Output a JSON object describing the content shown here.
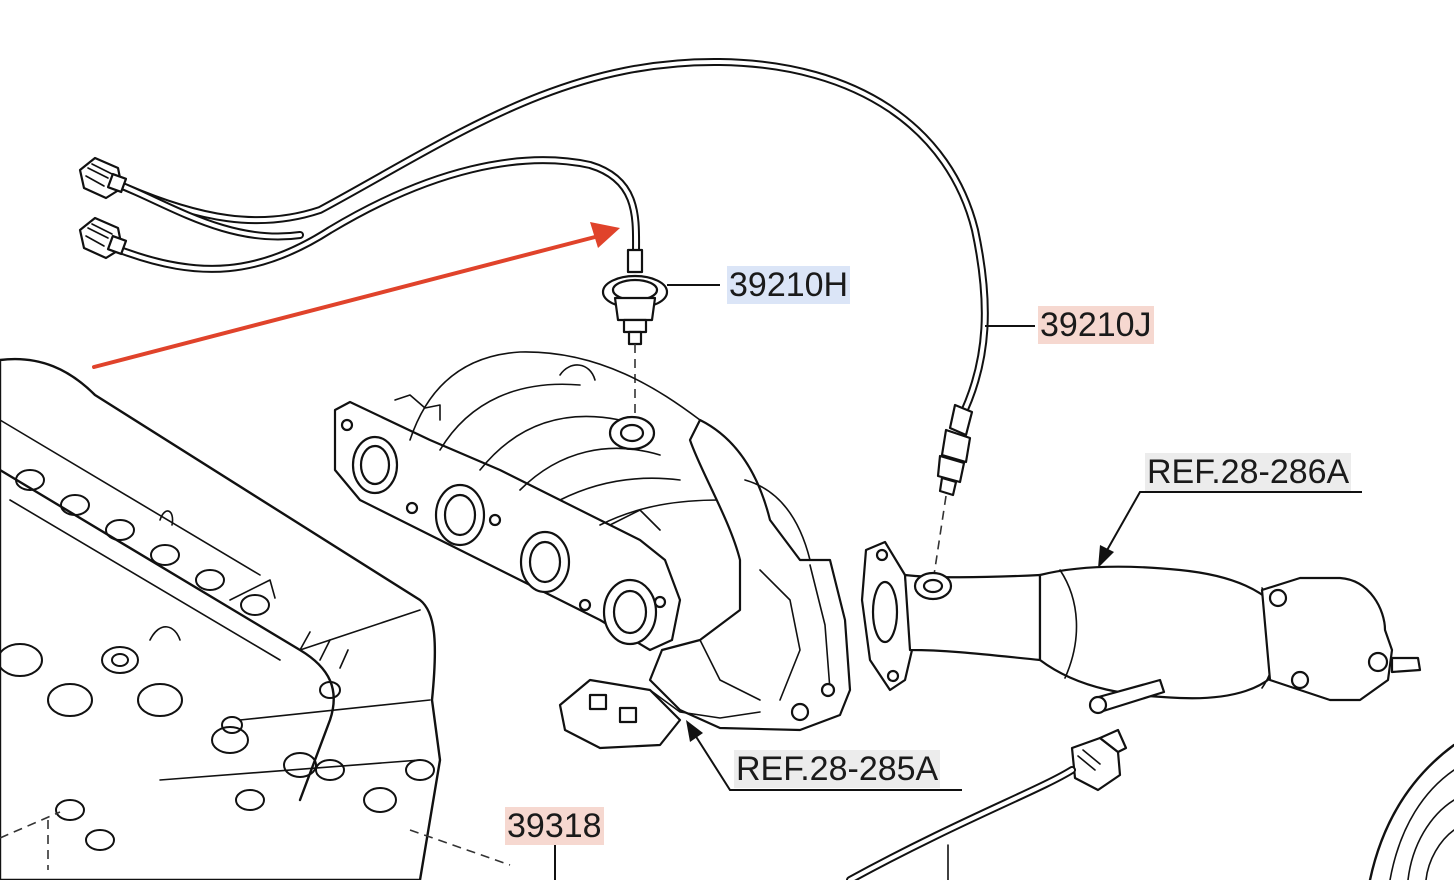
{
  "callouts": {
    "upstream_sensor": "39210H",
    "downstream_sensor": "39210J",
    "ref_front_pipe": "REF.28-286A",
    "ref_exhaust_manifold": "REF.28-285A",
    "coolant_sensor": "39318"
  },
  "colors": {
    "pointer_arrow": "#e0432b",
    "highlight_blue": "#dbe5f7",
    "highlight_red": "#f6d8d0",
    "highlight_gray": "#ececec",
    "line_art": "#111111"
  }
}
